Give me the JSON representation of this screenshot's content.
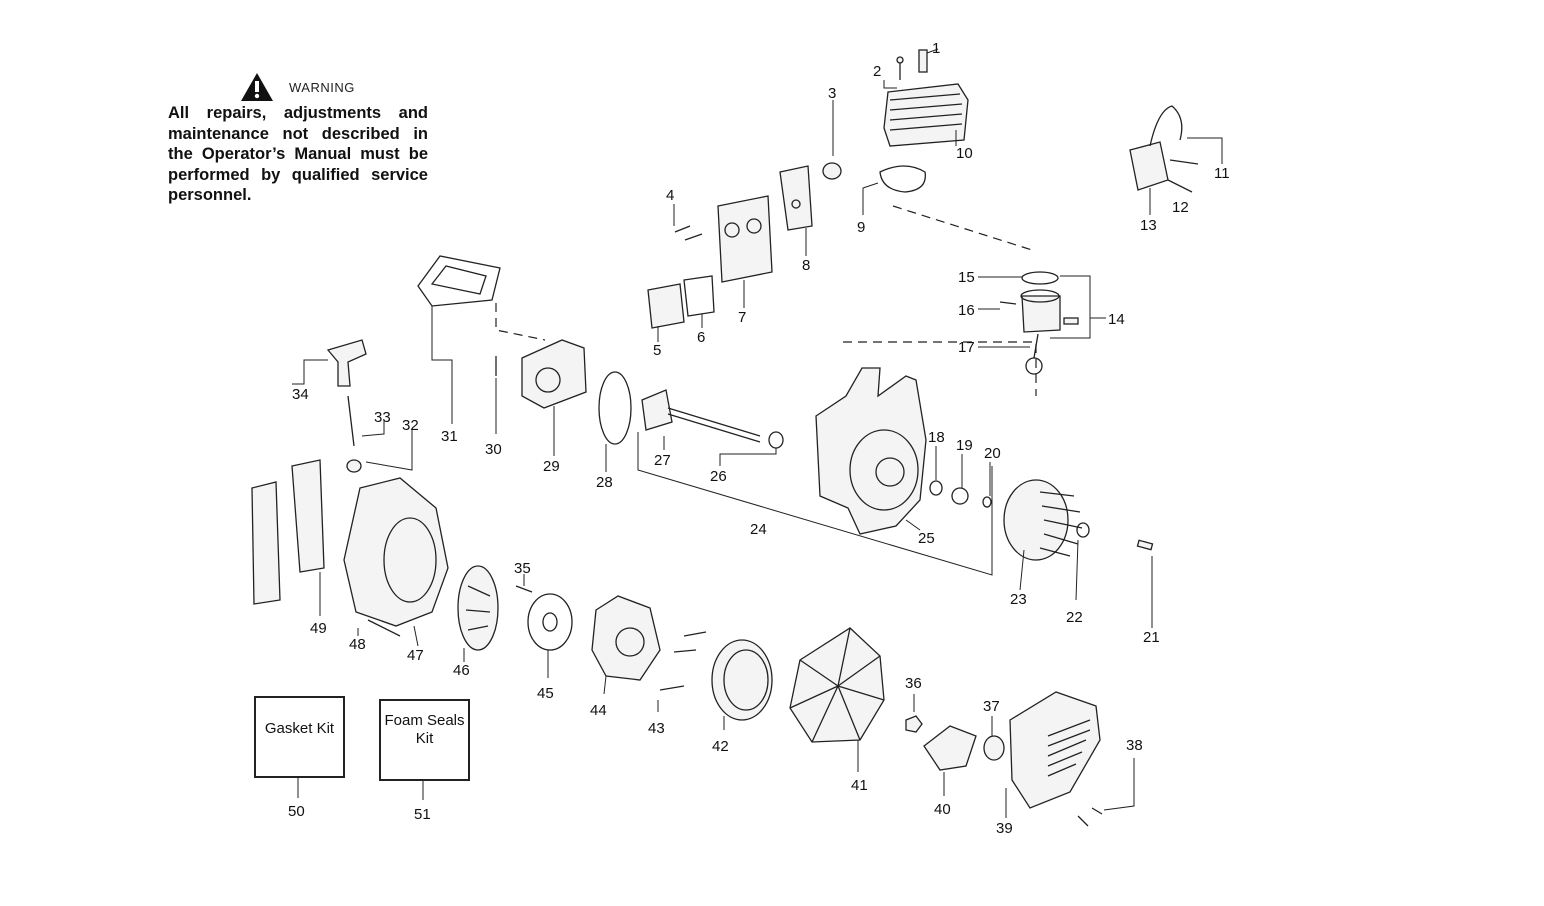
{
  "warning": {
    "title": "WARNING",
    "text": "All repairs, adjustments and maintenance not described in the Operator’s Manual must be performed by qualified service personnel."
  },
  "kits": [
    {
      "label": "Gasket Kit",
      "number": "50"
    },
    {
      "label": "Foam Seals Kit",
      "number": "51"
    }
  ],
  "callouts": [
    "1",
    "2",
    "3",
    "4",
    "5",
    "6",
    "7",
    "8",
    "9",
    "10",
    "11",
    "12",
    "13",
    "14",
    "15",
    "16",
    "17",
    "18",
    "19",
    "20",
    "21",
    "22",
    "23",
    "24",
    "25",
    "26",
    "27",
    "28",
    "29",
    "30",
    "31",
    "32",
    "33",
    "34",
    "35",
    "36",
    "37",
    "38",
    "39",
    "40",
    "41",
    "42",
    "43",
    "44",
    "45",
    "46",
    "47",
    "48",
    "49",
    "50",
    "51"
  ],
  "colors": {
    "ink": "#222222",
    "background": "#ffffff"
  }
}
